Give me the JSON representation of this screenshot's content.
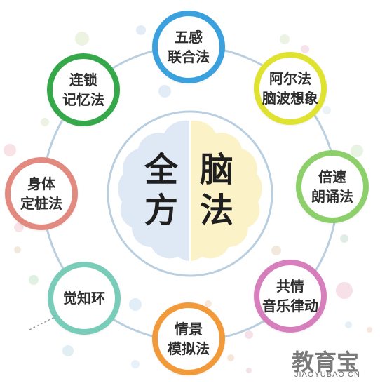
{
  "center": {
    "left_chars": [
      "全",
      "方"
    ],
    "right_chars": [
      "脑",
      "法"
    ]
  },
  "methods": [
    {
      "id": "wugan",
      "lines": [
        "五感",
        "联合法"
      ],
      "color": "#3aa0de"
    },
    {
      "id": "aerfa",
      "lines": [
        "阿尔法",
        "脑波想象"
      ],
      "color": "#dfe22f"
    },
    {
      "id": "beisu",
      "lines": [
        "倍速",
        "朗诵法"
      ],
      "color": "#8dcf6a"
    },
    {
      "id": "gongqing",
      "lines": [
        "共情",
        "音乐律动"
      ],
      "color": "#d77fbd"
    },
    {
      "id": "qingjing",
      "lines": [
        "情景",
        "模拟法"
      ],
      "color": "#f29a3a"
    },
    {
      "id": "juezhi",
      "lines": [
        "觉知环"
      ],
      "color": "#79cdb8"
    },
    {
      "id": "shenti",
      "lines": [
        "身体",
        "定桩法"
      ],
      "color": "#e28a80"
    },
    {
      "id": "liansuo",
      "lines": [
        "连锁",
        "记忆法"
      ],
      "color": "#35a94a"
    }
  ],
  "colors": {
    "ring": "#b9cfe0",
    "brain_left": "#dfe9f6",
    "brain_right": "#fbf2c8"
  },
  "watermark": {
    "main": "教育宝",
    "sub": "JIAOYUBAO.CN"
  }
}
